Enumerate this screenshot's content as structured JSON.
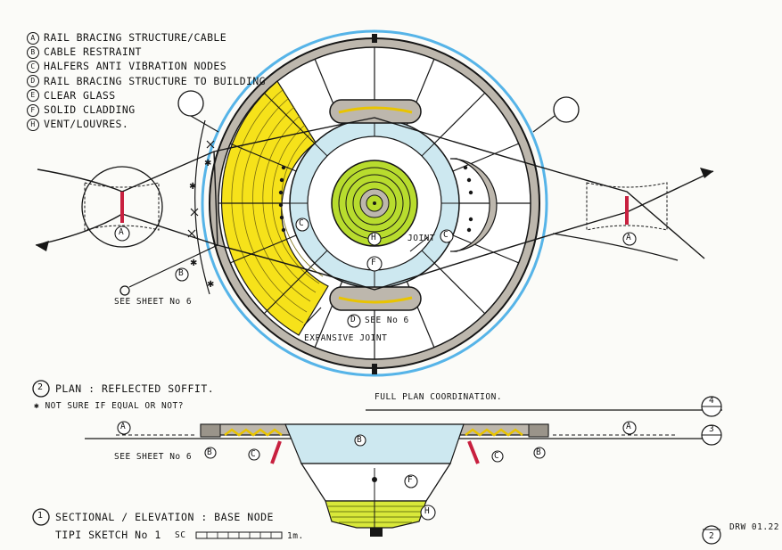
{
  "legend": {
    "items": [
      {
        "key": "A",
        "text": "RAIL BRACING STRUCTURE/CABLE"
      },
      {
        "key": "B",
        "text": "CABLE RESTRAINT"
      },
      {
        "key": "C",
        "text": "HALFERS ANTI VIBRATION NODES"
      },
      {
        "key": "D",
        "text": "RAIL BRACING STRUCTURE TO BUILDING"
      },
      {
        "key": "E",
        "text": "CLEAR GLASS"
      },
      {
        "key": "F",
        "text": "SOLID CLADDING"
      },
      {
        "key": "H",
        "text": "VENT/LOUVRES."
      }
    ]
  },
  "plan": {
    "see_sheet_left": "SEE SHEET No 6",
    "see_sheet_bottom": "SEE No 6",
    "expansive_joint": "EXPANSIVE JOINT",
    "joint": "JOINT",
    "label_c_left": "C",
    "label_c_right": "C",
    "label_f": "F",
    "label_h": "H",
    "label_d": "D",
    "label_a_left": "A",
    "label_a_right": "A",
    "label_b_left": "B"
  },
  "plan_title": {
    "number": "2",
    "text": "PLAN : REFLECTED SOFFIT.",
    "note": "NOT SURE IF EQUAL OR NOT?"
  },
  "coordination": {
    "text": "FULL PLAN COORDINATION.",
    "marker_top": "4",
    "marker_mid": "3",
    "marker_bottom": "2"
  },
  "section": {
    "see_sheet": "SEE SHEET No 6",
    "label_a_left": "A",
    "label_a_right": "A",
    "label_b_left": "B",
    "label_b_right": "B",
    "label_b_mid": "B",
    "label_c_left": "C",
    "label_c_right": "C",
    "label_f": "F",
    "label_h": "H"
  },
  "section_title": {
    "number": "1",
    "text": "SECTIONAL / ELEVATION : BASE NODE",
    "sketch": "TIPI SKETCH No 1",
    "scale_label": "SC",
    "scale_unit": "1m."
  },
  "drawing_info": {
    "ref": "DRW 01.22"
  },
  "colors": {
    "yellow": "#f6e21a",
    "lime": "#b8dc2e",
    "lightblue": "#cde8f0",
    "outerblue": "#56b4e8",
    "grey": "#bdb7ad",
    "red": "#c8203f",
    "ink": "#161616"
  }
}
